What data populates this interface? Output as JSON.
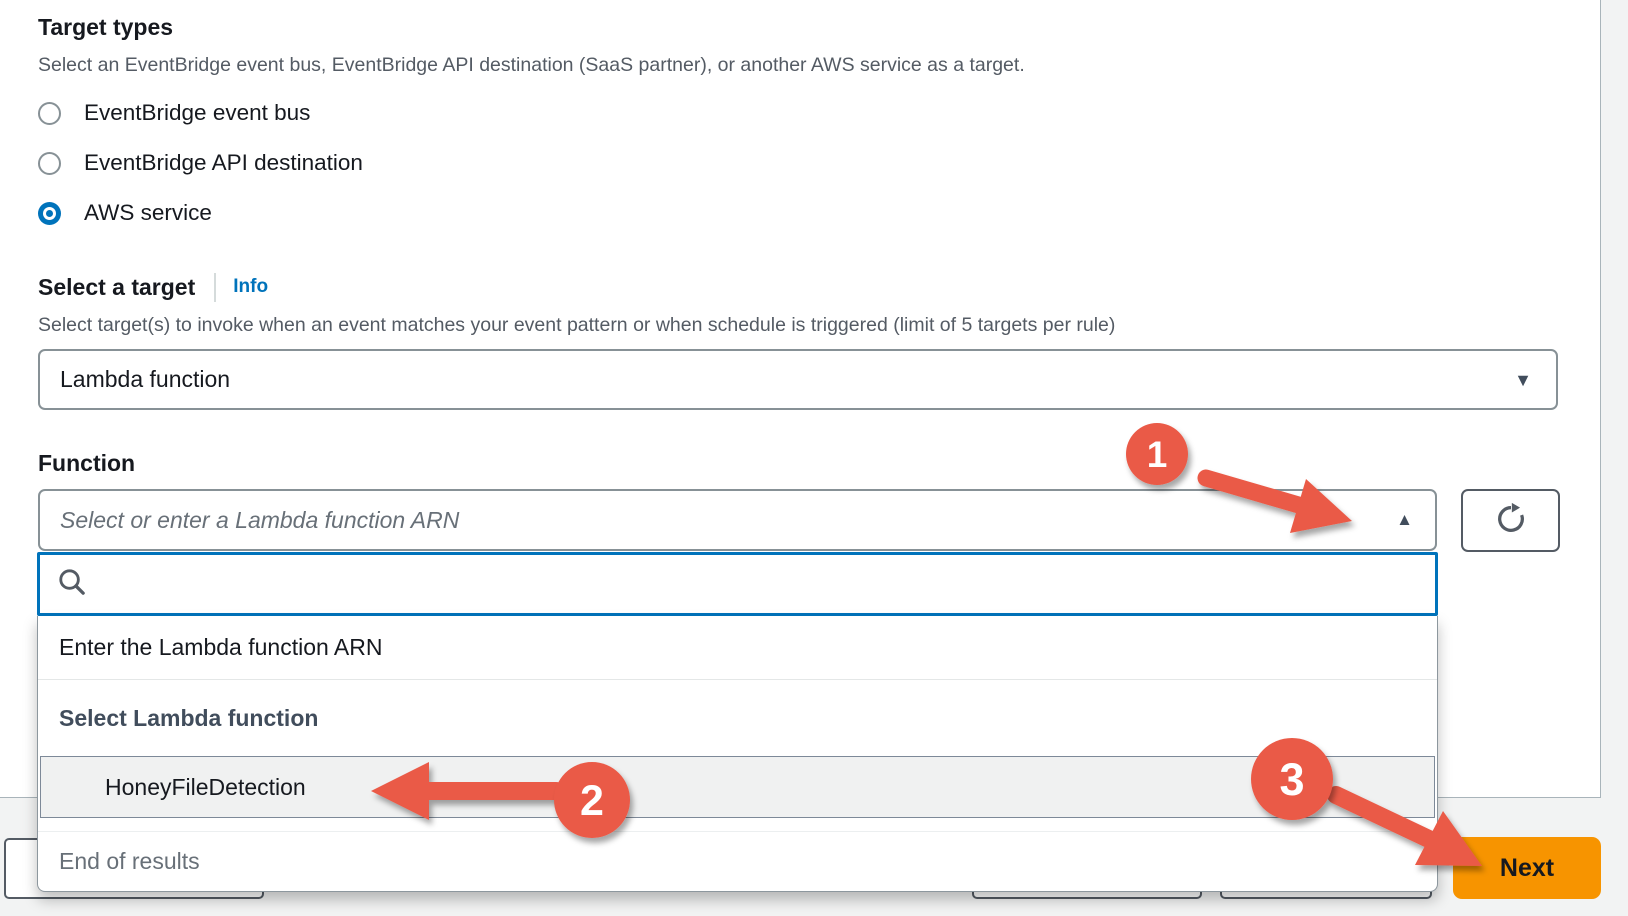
{
  "colors": {
    "link_blue": "#0073bb",
    "focus_blue": "#0073bb",
    "radio_selected_blue": "#0073bb",
    "annotation_red": "#ea5a47",
    "next_button_orange": "#f79400",
    "page_background_gray": "#f2f3f3"
  },
  "glyphs": {
    "triangle_down": "▼",
    "triangle_up": "▲"
  },
  "target_types": {
    "heading": "Target types",
    "description": "Select an EventBridge event bus, EventBridge API destination (SaaS partner), or another AWS service as a target.",
    "options": [
      {
        "label": "EventBridge event bus",
        "selected": false
      },
      {
        "label": "EventBridge API destination",
        "selected": false
      },
      {
        "label": "AWS service",
        "selected": true
      }
    ]
  },
  "select_target": {
    "heading": "Select a target",
    "info_label": "Info",
    "description": "Select target(s) to invoke when an event matches your event pattern or when schedule is triggered (limit of 5 targets per rule)",
    "selected_value": "Lambda function"
  },
  "function_field": {
    "label": "Function",
    "placeholder": "Select or enter a Lambda function ARN",
    "search_value": "",
    "dropdown": {
      "enter_arn_option": "Enter the Lambda function ARN",
      "group_label": "Select Lambda function",
      "options": [
        "HoneyFileDetection"
      ],
      "end_label": "End of results"
    }
  },
  "footer": {
    "next_label": "Next"
  },
  "annotations": [
    {
      "number": "1"
    },
    {
      "number": "2"
    },
    {
      "number": "3"
    }
  ]
}
